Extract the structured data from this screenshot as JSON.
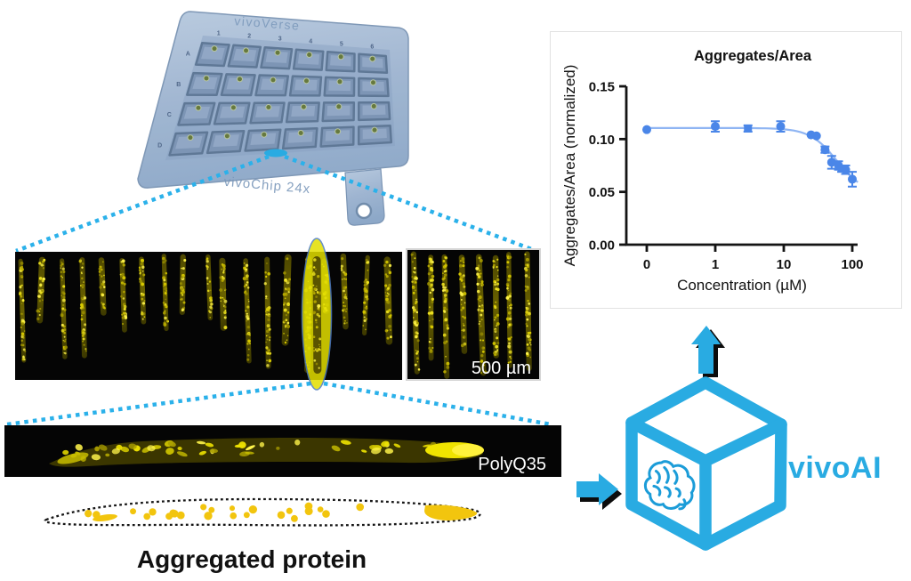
{
  "figure": {
    "background": "#ffffff",
    "brand_color": "#29abe2",
    "brand_name": "vivoAI"
  },
  "plate": {
    "top_label": "vivoVerse",
    "bottom_label": "vivoChip 24x",
    "row_labels": [
      "A",
      "B",
      "C",
      "D"
    ],
    "col_labels": [
      "1",
      "2",
      "3",
      "4",
      "5",
      "6"
    ],
    "body_color": "#9db3cf",
    "well_color": "#7d95b5",
    "well_dot_color": "#66793f"
  },
  "strip": {
    "scale_label": "500 µm",
    "worm_count": 19,
    "inset_worm_count": 8,
    "background": "#050505",
    "highlight_color": "#e3df00"
  },
  "single_worm": {
    "label": "PolyQ35",
    "background": "#050505"
  },
  "segmentation": {
    "caption": "Aggregated protein",
    "dot_color": "#f2c50e",
    "outline_color": "#161616"
  },
  "arrows": {
    "color": "#29abe2",
    "shadow": "#0c0c0c"
  },
  "chart_data": {
    "type": "scatter",
    "title": "Aggregates/Area",
    "xlabel": "Concentration (µM)",
    "ylabel": "Aggregates/Area (normalized)",
    "x_scale": "log (zero plotted at left)",
    "x_tick_labels": [
      "0",
      "1",
      "10",
      "100"
    ],
    "y_tick_labels": [
      "0.00",
      "0.05",
      "0.10",
      "0.15"
    ],
    "ylim": [
      0,
      0.15
    ],
    "grid": false,
    "legend": false,
    "point_color": "#4a86e8",
    "curve_color": "#8fb5f3",
    "axis_color": "#141414",
    "points": [
      {
        "x": 0,
        "y": 0.109,
        "err": 0.002,
        "marker": "circle"
      },
      {
        "x": 1,
        "y": 0.112,
        "err": 0.005,
        "marker": "circle"
      },
      {
        "x": 3,
        "y": 0.11,
        "err": 0.003,
        "marker": "square"
      },
      {
        "x": 9,
        "y": 0.112,
        "err": 0.005,
        "marker": "circle"
      },
      {
        "x": 25,
        "y": 0.104,
        "err": 0.002,
        "marker": "circle"
      },
      {
        "x": 30,
        "y": 0.103,
        "err": 0.002,
        "marker": "circle"
      },
      {
        "x": 40,
        "y": 0.09,
        "err": 0.003,
        "marker": "circle"
      },
      {
        "x": 50,
        "y": 0.078,
        "err": 0.006,
        "marker": "circle"
      },
      {
        "x": 63,
        "y": 0.075,
        "err": 0.004,
        "marker": "circle"
      },
      {
        "x": 70,
        "y": 0.072,
        "err": 0.003,
        "marker": "square"
      },
      {
        "x": 80,
        "y": 0.071,
        "err": 0.004,
        "marker": "circle"
      },
      {
        "x": 100,
        "y": 0.062,
        "err": 0.007,
        "marker": "circle"
      }
    ],
    "fit_curve": {
      "model": "sigmoidal dose-response",
      "top": 0.1105,
      "bottom": 0.048,
      "ec50_uM": 60,
      "hill": 2.2
    }
  }
}
